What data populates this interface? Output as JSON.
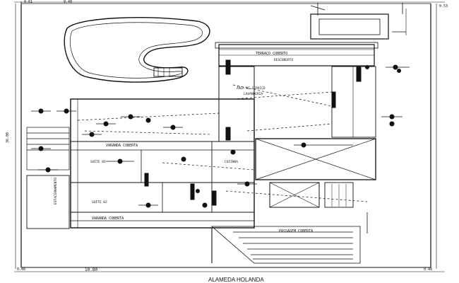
{
  "drawing": {
    "street_name": "ALAMEDA HOLANDA",
    "top_dimension": "9.40",
    "bottom_dimension": "10.80",
    "corner_top_left": "0.61",
    "corner_top_right": "0.53",
    "corner_bottom_left": "0.48",
    "corner_bottom_right": "0.48",
    "left_side_dimension": "36.00"
  },
  "rooms": {
    "garden_top": "TERRAÇO COBERTO",
    "garden_sub": "DESCOBERTO",
    "area_label_a": "ÁREA DE SERVIÇO",
    "area_label_b": "LAVANDERIA",
    "veranda_top": "VARANDA COBERTA",
    "suite_top": "SUÍTE 01",
    "cozinha": "COZINHA",
    "suite_bottom": "SUÍTE 02",
    "veranda_bottom": "VARANDA COBERTA",
    "entrance_ramp": "PASSAGEM COBERTA",
    "side_label": "ESTACIONAMENTO"
  },
  "colors": {
    "ink": "#111111",
    "background": "#ffffff"
  }
}
